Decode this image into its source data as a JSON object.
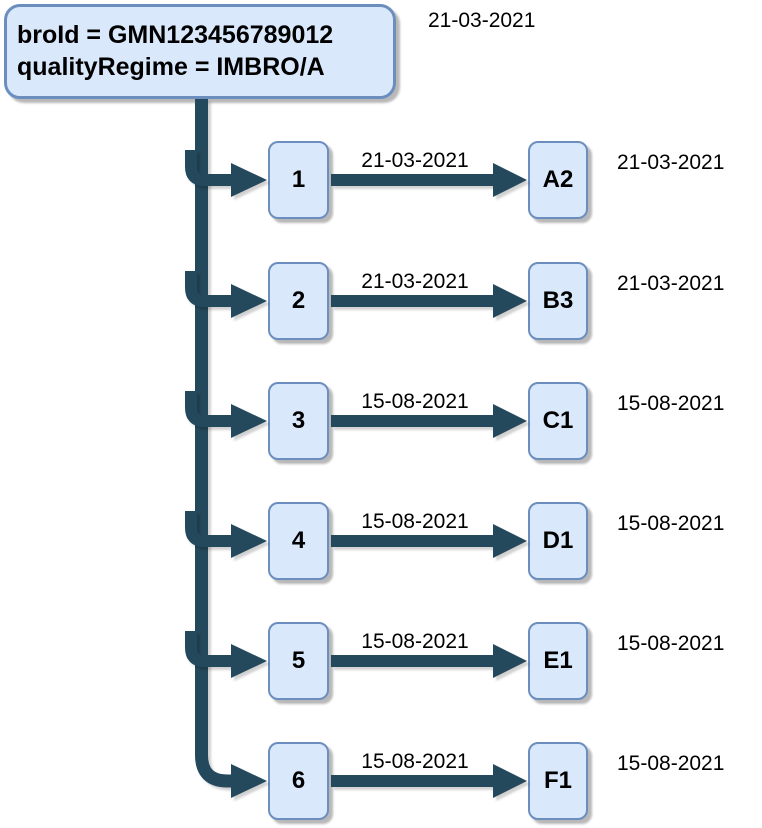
{
  "diagram": {
    "root": {
      "line1": "broId = GMN123456789012",
      "line2": "qualityRegime = IMBRO/A",
      "date": "21-03-2021"
    },
    "rows": [
      {
        "number": "1",
        "edge_date": "21-03-2021",
        "code": "A2",
        "right_date": "21-03-2021"
      },
      {
        "number": "2",
        "edge_date": "21-03-2021",
        "code": "B3",
        "right_date": "21-03-2021"
      },
      {
        "number": "3",
        "edge_date": "15-08-2021",
        "code": "C1",
        "right_date": "15-08-2021"
      },
      {
        "number": "4",
        "edge_date": "15-08-2021",
        "code": "D1",
        "right_date": "15-08-2021"
      },
      {
        "number": "5",
        "edge_date": "15-08-2021",
        "code": "E1",
        "right_date": "15-08-2021"
      },
      {
        "number": "6",
        "edge_date": "15-08-2021",
        "code": "F1",
        "right_date": "15-08-2021"
      }
    ],
    "colors": {
      "node_fill": "#dae8fc",
      "node_border": "#6c8ebf",
      "connector": "#24495c",
      "text": "#000000",
      "background": "#ffffff"
    }
  }
}
